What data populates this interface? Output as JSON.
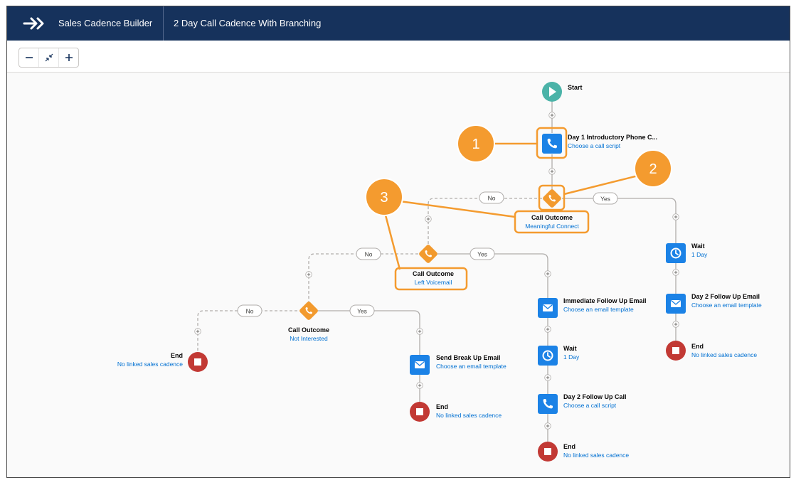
{
  "header": {
    "app_title": "Sales Cadence Builder",
    "record_title": "2 Day Call Cadence With Branching"
  },
  "toolbar": {
    "zoom_out_icon": "minus-icon",
    "fit_icon": "collapse-arrows-icon",
    "zoom_in_icon": "plus-icon"
  },
  "colors": {
    "header": "#16325c",
    "step_blue": "#1b82e6",
    "branch_orange": "#f29a2e",
    "end_red": "#c23934",
    "start_teal": "#4bb3a8",
    "callout_orange": "#f49b2f",
    "link": "#0070d2"
  },
  "nodes": {
    "start": {
      "title": "Start"
    },
    "day1_call": {
      "title": "Day 1 Introductory Phone C...",
      "subtitle": "Choose a call script"
    },
    "outcome_meaningful": {
      "title": "Call Outcome",
      "subtitle": "Meaningful Connect"
    },
    "outcome_voicemail": {
      "title": "Call Outcome",
      "subtitle": "Left Voicemail"
    },
    "outcome_not_interested": {
      "title": "Call Outcome",
      "subtitle": "Not Interested"
    },
    "wait_right": {
      "title": "Wait",
      "subtitle": "1 Day"
    },
    "day2_email": {
      "title": "Day 2 Follow Up Email",
      "subtitle": "Choose an email template"
    },
    "end_right": {
      "title": "End",
      "subtitle": "No linked sales cadence"
    },
    "immediate_email": {
      "title": "Immediate Follow Up Email",
      "subtitle": "Choose an email template"
    },
    "wait_mid": {
      "title": "Wait",
      "subtitle": "1 Day"
    },
    "day2_call": {
      "title": "Day 2 Follow Up Call",
      "subtitle": "Choose a call script"
    },
    "end_mid": {
      "title": "End",
      "subtitle": "No linked sales cadence"
    },
    "breakup_email": {
      "title": "Send Break Up Email",
      "subtitle": "Choose an email template"
    },
    "end_breakup": {
      "title": "End",
      "subtitle": "No linked sales cadence"
    },
    "end_left": {
      "title": "End",
      "subtitle": "No linked sales cadence"
    }
  },
  "branches": {
    "yes": "Yes",
    "no": "No"
  },
  "callouts": [
    "1",
    "2",
    "3"
  ]
}
